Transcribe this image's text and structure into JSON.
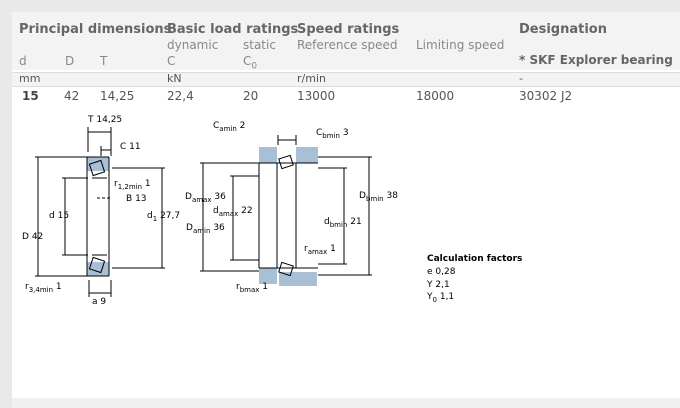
{
  "headers": {
    "principal": "Principal dimensions",
    "basic": "Basic load ratings",
    "speed": "Speed ratings",
    "designation": "Designation"
  },
  "subheaders": {
    "dynamic": "dynamic",
    "static": "static",
    "reference": "Reference speed",
    "limiting": "Limiting speed",
    "d": "d",
    "D": "D",
    "T": "T",
    "C": "C",
    "C0": "C",
    "C0_sub": "0",
    "explorer": "* SKF Explorer bearing"
  },
  "units": {
    "mm": "mm",
    "kn": "kN",
    "rmin": "r/min",
    "dash": "-"
  },
  "row": {
    "d": "15",
    "D": "42",
    "T": "14,25",
    "C": "22,4",
    "C0": "20",
    "ref_speed": "13000",
    "lim_speed": "18000",
    "designation": "30302 J2"
  },
  "drawing1": {
    "T": "T",
    "T_val": "14,25",
    "C": "C",
    "C_val": "11",
    "r12": "r",
    "r12_sub": "1,2min",
    "r12_val": "1",
    "B": "B",
    "B_val": "13",
    "d": "d",
    "d_val": "15",
    "d1": "d",
    "d1_sub": "1",
    "d1_val": "27,7",
    "D": "D",
    "D_val": "42",
    "r34": "r",
    "r34_sub": "3,4min",
    "r34_val": "1",
    "a": "a",
    "a_val": "9"
  },
  "drawing2": {
    "camin": "C",
    "camin_sub": "amin",
    "camin_val": "2",
    "cbmin": "C",
    "cbmin_sub": "bmin",
    "cbmin_val": "3",
    "damax": "D",
    "damax_sub": "amax",
    "damax_val": "36",
    "da": "d",
    "da_sub": "amax",
    "da_val": "22",
    "damin": "D",
    "damin_sub": "amin",
    "damin_val": "36",
    "dbmin": "D",
    "dbmin_sub": "bmin",
    "dbmin_val": "38",
    "dbmin2": "d",
    "dbmin2_sub": "bmin",
    "dbmin2_val": "21",
    "ramax": "r",
    "ramax_sub": "amax",
    "ramax_val": "1",
    "rbmax": "r",
    "rbmax_sub": "bmax",
    "rbmax_val": "1"
  },
  "calc": {
    "title": "Calculation factors",
    "e": "e",
    "e_val": "0,28",
    "Y": "Y",
    "Y_val": "2,1",
    "Y0": "Y",
    "Y0_sub": "0",
    "Y0_val": "1,1"
  }
}
